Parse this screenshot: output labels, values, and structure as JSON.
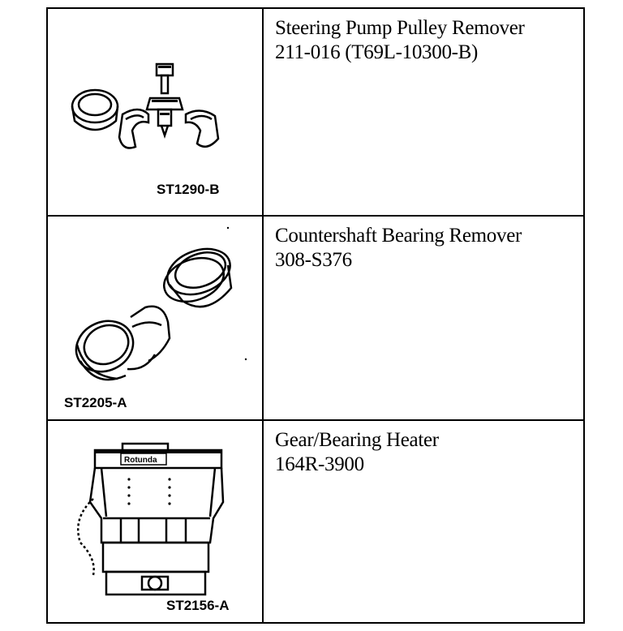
{
  "rows": [
    {
      "title": "Steering Pump Pulley Remover",
      "number": "211-016 (T69L-10300-B)",
      "code": "ST1290-B"
    },
    {
      "title": "Countershaft Bearing Remover",
      "number": "308-S376",
      "code": "ST2205-A"
    },
    {
      "title": "Gear/Bearing Heater",
      "number": "164R-3900",
      "code": "ST2156-A"
    }
  ],
  "heater_label": "Rotunda"
}
